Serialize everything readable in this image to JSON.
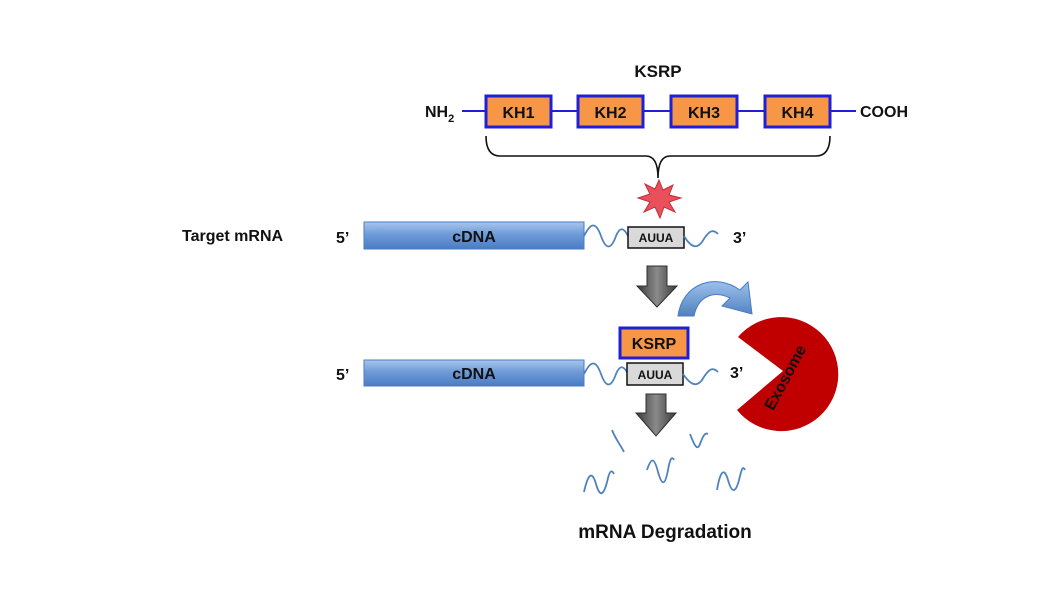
{
  "protein": {
    "title": "KSRP",
    "n_terminus": "NH",
    "n_terminus_sub": "2",
    "c_terminus": "COOH",
    "domains": [
      "KH1",
      "KH2",
      "KH3",
      "KH4"
    ]
  },
  "target_row": {
    "label": "Target mRNA",
    "five_prime": "5’",
    "cdna_label": "cDNA",
    "motif_label": "AUUA",
    "three_prime": "3’"
  },
  "bound_row": {
    "five_prime": "5’",
    "cdna_label": "cDNA",
    "bound_protein": "KSRP",
    "motif_label": "AUUA",
    "three_prime": "3’"
  },
  "exosome_label": "Exosome",
  "degradation_label": "mRNA Degradation",
  "colors": {
    "domain_fill": "#f79646",
    "domain_border": "#1f1fd8",
    "linker": "#1f1fd8",
    "cdna_fill_top": "#8db4e2",
    "cdna_fill_bottom": "#4f81bd",
    "rna_wave": "#4f81bd",
    "motif_fill": "#d9d9d9",
    "star": "#e8505b",
    "arrow_fill": "#595959",
    "curved_arrow": "#4f81bd",
    "exosome": "#c00000"
  }
}
